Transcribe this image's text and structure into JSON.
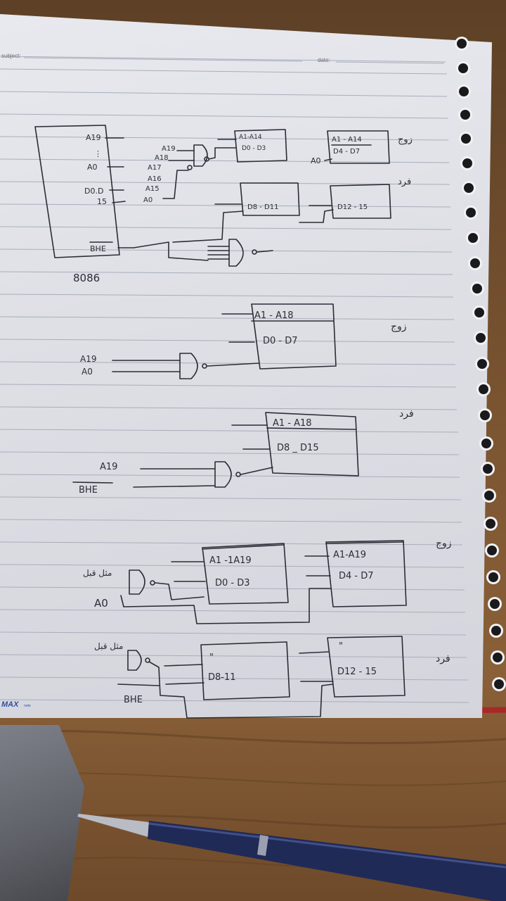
{
  "paper_header": {
    "subject_label": "subject:",
    "date_label": "date:"
  },
  "brand": {
    "name": "MAX",
    "sub": "note"
  },
  "diagram1": {
    "chip": "8086",
    "pins": [
      "A19",
      "A0",
      "D0.D",
      "15",
      "BHE"
    ],
    "decoder_inputs": [
      "A19",
      "A18",
      "A17",
      "A16",
      "A15",
      "A0"
    ],
    "even_a": [
      "A1-A14",
      "D0 - D3"
    ],
    "even_b": [
      "A1 - A14",
      "D4 - D7"
    ],
    "even_b_input": "A0",
    "odd_a": "D8 - D11",
    "odd_b": "D12 - 15",
    "tag_even": "زوج",
    "tag_odd": "فرد"
  },
  "diagram2": {
    "chip": [
      "A1 - A18",
      "D0 - D7"
    ],
    "inputs": [
      "A19",
      "A0"
    ],
    "tag": "زوج"
  },
  "diagram3": {
    "chip": [
      "A1 - A18",
      "D8 _ D15"
    ],
    "inputs": [
      "A19",
      "BHE"
    ],
    "tag": "فرد"
  },
  "diagram4": {
    "left": [
      "A1 -1A19",
      "D0 - D3"
    ],
    "right": [
      "A1-A19",
      "D4 - D7"
    ],
    "gate_label": "مثل قبل",
    "input": "A0",
    "tag": "زوج"
  },
  "diagram5": {
    "left": [
      "\"",
      "D8-11"
    ],
    "right": [
      "\"",
      "D12 - 15"
    ],
    "gate_label": "مثل قبل",
    "input": "BHE",
    "tag": "فرد"
  },
  "pen": {
    "body": "#1f2a57",
    "tip": "#b9bcc4"
  }
}
